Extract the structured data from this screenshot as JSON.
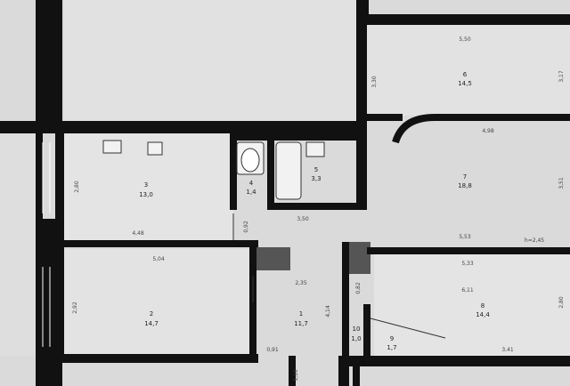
{
  "rooms": [
    {
      "id": "1",
      "number": "1",
      "area": "11,7"
    },
    {
      "id": "2",
      "number": "2",
      "area": "14,7"
    },
    {
      "id": "3",
      "number": "3",
      "area": "13,0"
    },
    {
      "id": "4",
      "number": "4",
      "area": "1,4"
    },
    {
      "id": "5",
      "number": "5",
      "area": "3,3"
    },
    {
      "id": "6",
      "number": "6",
      "area": "14,5"
    },
    {
      "id": "7",
      "number": "7",
      "area": "18,8"
    },
    {
      "id": "8",
      "number": "8",
      "area": "14,4"
    },
    {
      "id": "9",
      "number": "9",
      "area": "1,7"
    },
    {
      "id": "10",
      "number": "10",
      "area": "1,0"
    }
  ],
  "dimensions": {
    "d1": "5,50",
    "d2": "3,30",
    "d3": "3,17",
    "d4": "4,98",
    "d5": "3,51",
    "d6": "5,53",
    "d7": "h=2,45",
    "d8": "2,80",
    "d9": "4,48",
    "d10": "3,50",
    "d11": "0,92",
    "d12": "5,04",
    "d13": "2,92",
    "d14": "2,35",
    "d15": "5,33",
    "d16": "6,11",
    "d17": "2,80",
    "d18": "0,82",
    "d19": "4,14",
    "d20": "3,41",
    "d21": "0,91",
    "d22": "1,10"
  }
}
